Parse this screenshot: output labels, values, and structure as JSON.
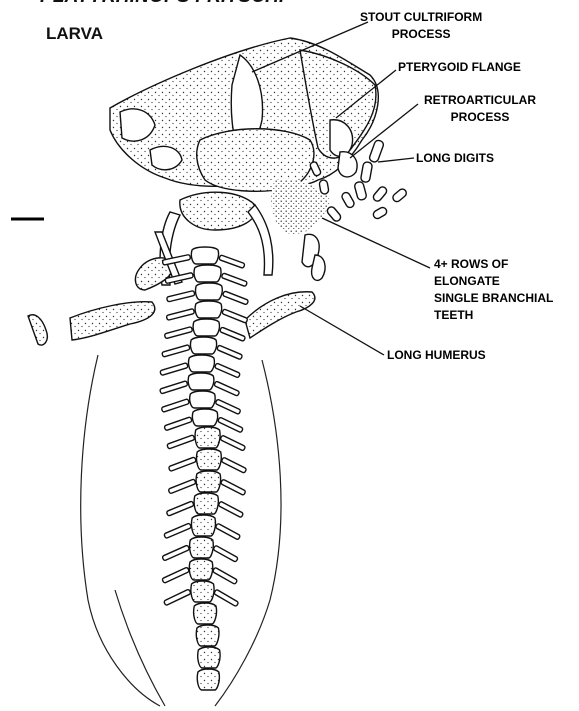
{
  "title": "PLATYRHINOPS FRITSCHI",
  "subtitle": "LARVA",
  "labels": {
    "cultriform": [
      "STOUT CULTRIFORM",
      "PROCESS"
    ],
    "pterygoid": "PTERYGOID FLANGE",
    "retroarticular": [
      "RETROARTICULAR",
      "PROCESS"
    ],
    "digits": "LONG DIGITS",
    "rows": [
      "4+ ROWS OF",
      "ELONGATE",
      "SINGLE BRANCHIAL",
      "TEETH"
    ],
    "humerus": "LONG HUMERUS"
  },
  "icons": {
    "scale_bar": "scale-bar-icon",
    "specimen": "larva-skeleton-drawing"
  }
}
